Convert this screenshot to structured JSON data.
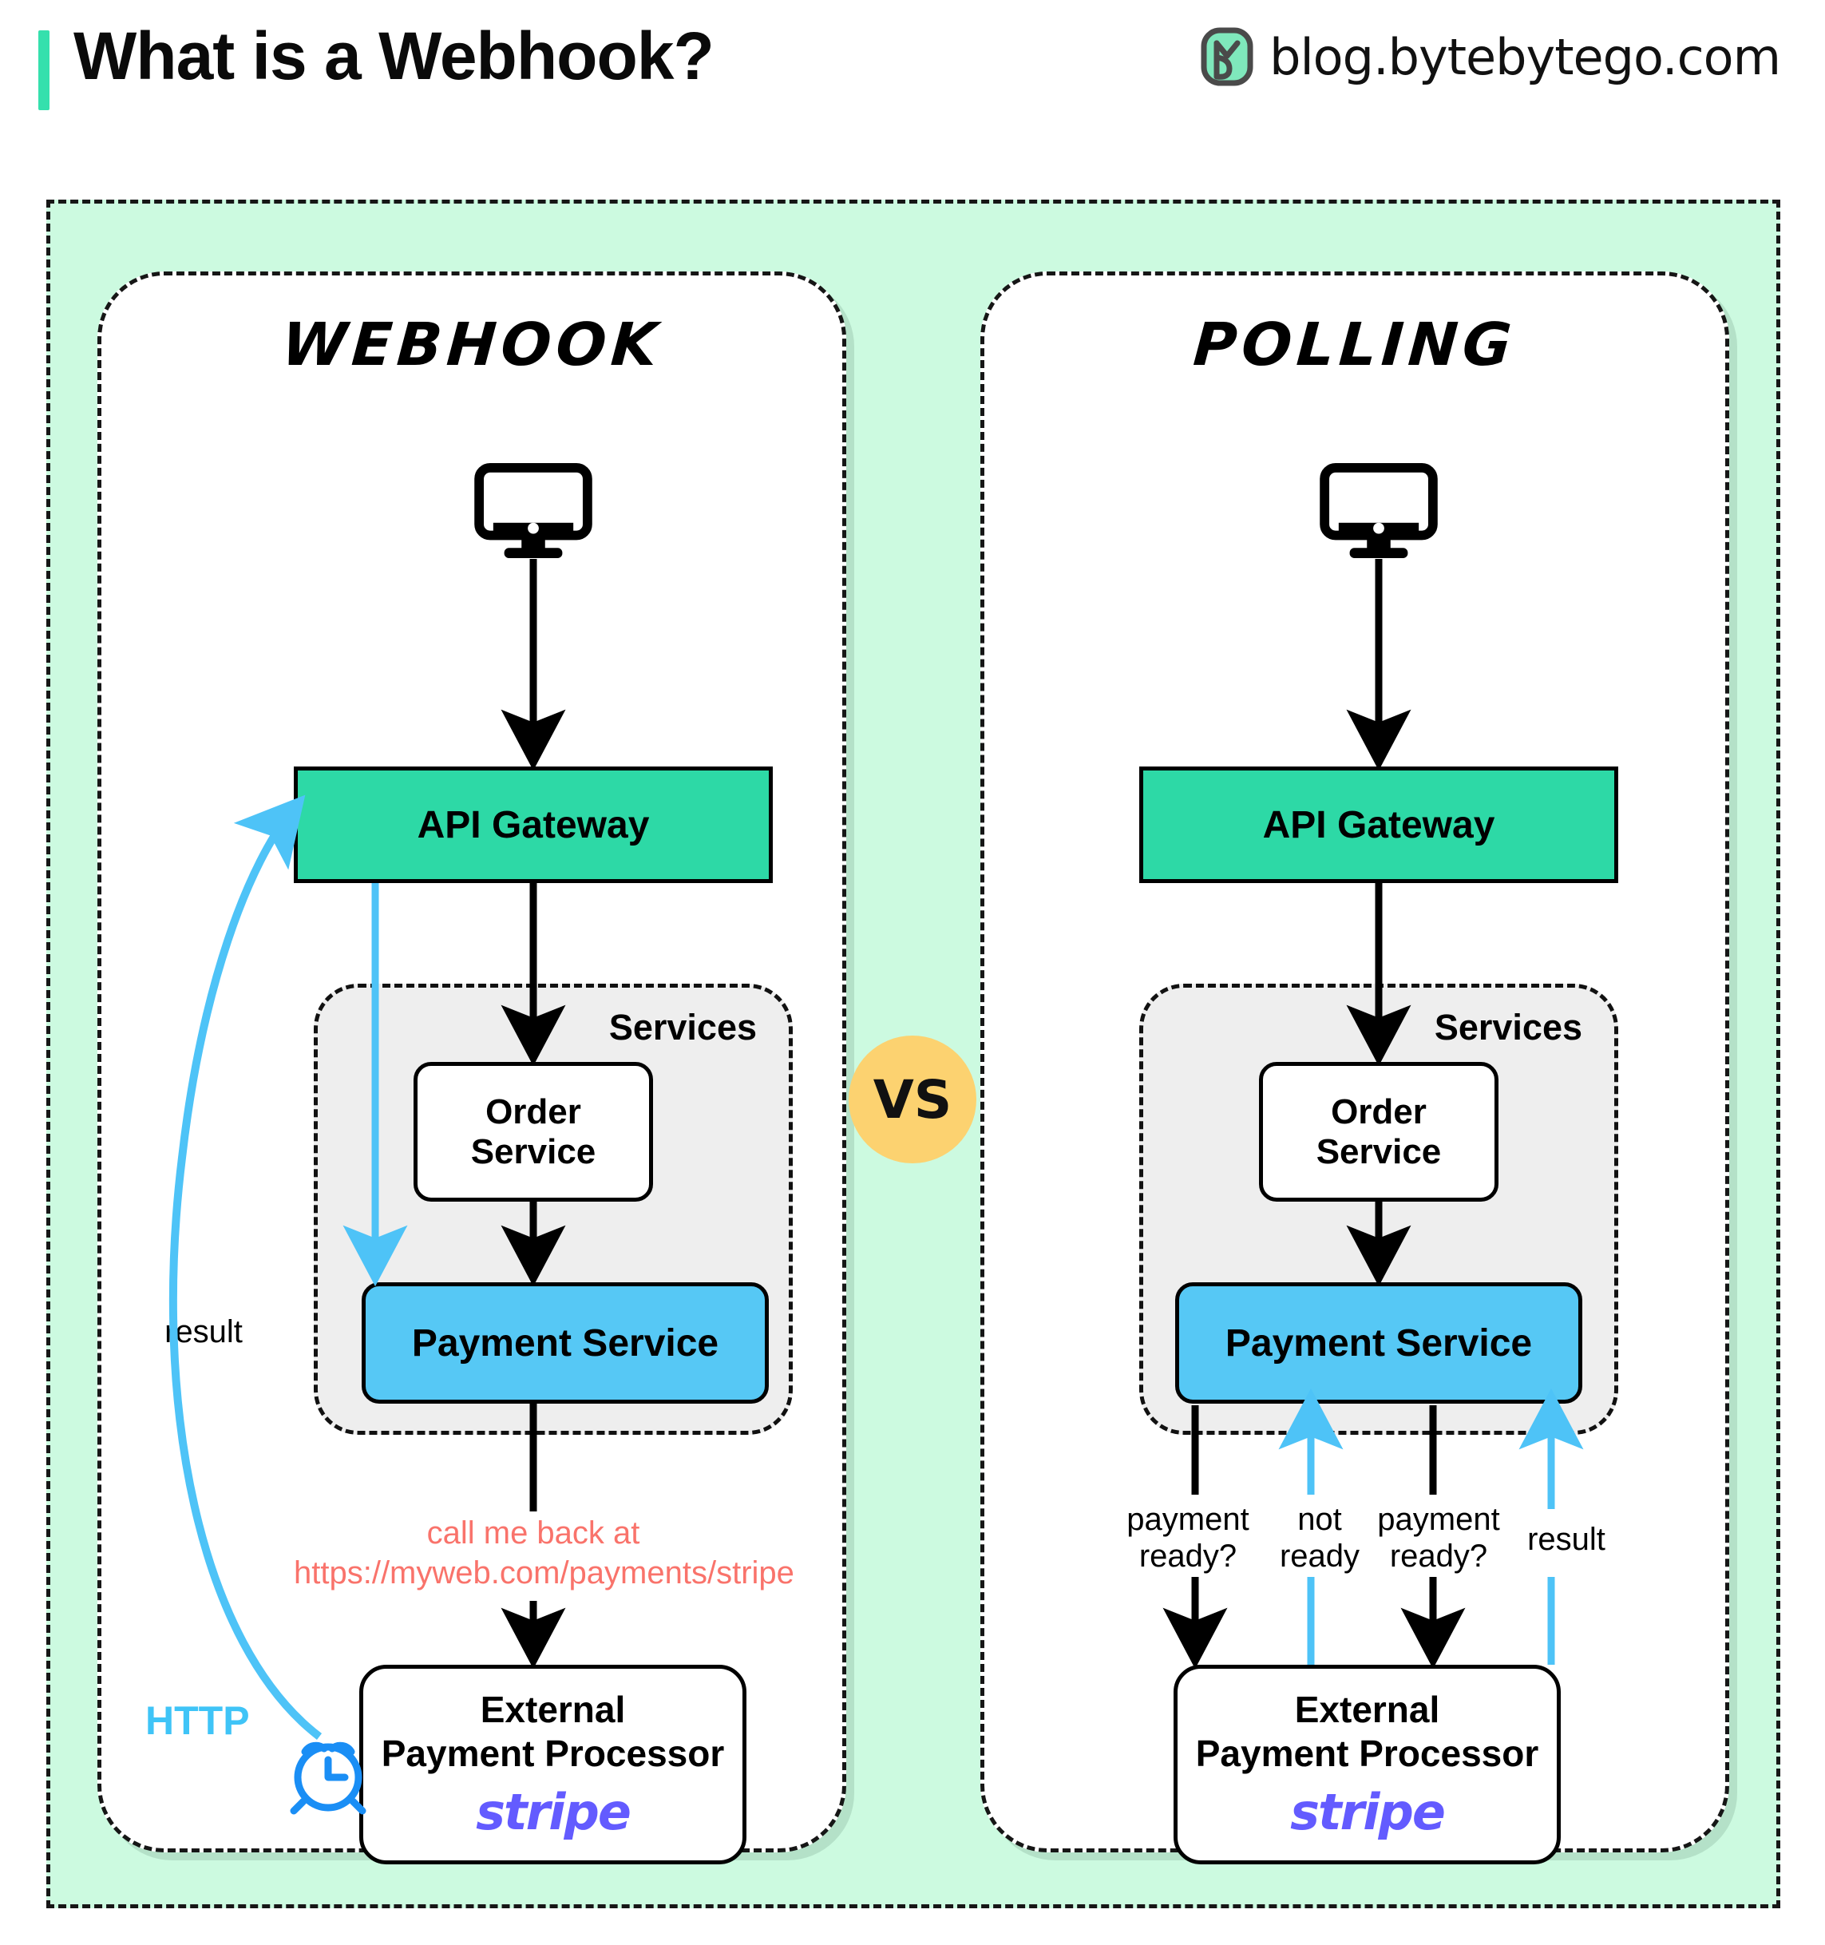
{
  "header": {
    "title": "What is a Webhook?",
    "brand": "blog.bytebytego.com",
    "accent_color": "#35e0ad",
    "logo_icon": "bytebytego-logo-icon"
  },
  "vs_badge": {
    "label": "VS",
    "color": "#fcd270"
  },
  "colors": {
    "frame_fill": "#ccfae0",
    "gateway": "#2dd9a6",
    "payment": "#56c8f5",
    "services_fill": "#eeeeee",
    "blue_arrow": "#4ec3f7",
    "red_text": "#f9736b",
    "stripe": "#635bff",
    "http_text": "#3fc4f7",
    "clock": "#1a8ef5"
  },
  "panels": [
    {
      "key": "webhook",
      "title": "Webhook",
      "client_icon": "monitor-icon",
      "gateway": "API Gateway",
      "services_label": "Services",
      "order_service_line1": "Order",
      "order_service_line2": "Service",
      "payment_service": "Payment Service",
      "processor_line1": "External",
      "processor_line2": "Payment Processor",
      "processor_logo": "stripe",
      "callback_line1": "call me back at",
      "callback_line2": "https://myweb.com/payments/stripe",
      "result_label": "result",
      "http_label": "HTTP",
      "clock_icon": "alarm-clock-icon"
    },
    {
      "key": "polling",
      "title": "Polling",
      "client_icon": "monitor-icon",
      "gateway": "API Gateway",
      "services_label": "Services",
      "order_service_line1": "Order",
      "order_service_line2": "Service",
      "payment_service": "Payment Service",
      "processor_line1": "External",
      "processor_line2": "Payment Processor",
      "processor_logo": "stripe",
      "poll_labels": [
        "payment\nready?",
        "not\nready",
        "payment\nready?",
        "result"
      ]
    }
  ]
}
